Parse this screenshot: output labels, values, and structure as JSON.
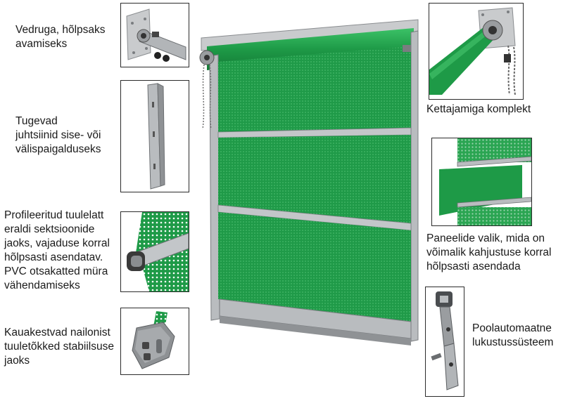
{
  "features": {
    "spring": "Vedruga, hõlpsaks\navamiseks",
    "guides": "Tugevad\njuhtsiinid sise- või\nvälispaigalduseks",
    "windbar": "Profileeritud tuulelatt\neraldi sektsioonide\njaoks, vajaduse korral\nhõlpsasti asendatav.\nPVC otsakatted müra\nvähendamiseks",
    "nylon": "Kauakestvad nailonist\ntuuletõkked stabiilsuse\njaoks",
    "chain": "Kettajamiga komplekt",
    "panels": "Paneelide valik, mida on\nvõimalik kahjustuse korral\nhõlpsasti asendada",
    "lock": "Poolautomaatne\nlukustussüsteem"
  },
  "colors": {
    "mesh_green": "#1e9a47",
    "mesh_green_light": "#36b45e",
    "frame_grey": "#b9bcbf",
    "frame_dark": "#7a7d80",
    "border": "#2b2b2b"
  },
  "icons": [
    "spring-bracket-icon",
    "guide-rail-icon",
    "wind-bar-icon",
    "nylon-wind-lock-icon",
    "chain-drive-icon",
    "panel-set-icon",
    "lock-mechanism-icon"
  ]
}
